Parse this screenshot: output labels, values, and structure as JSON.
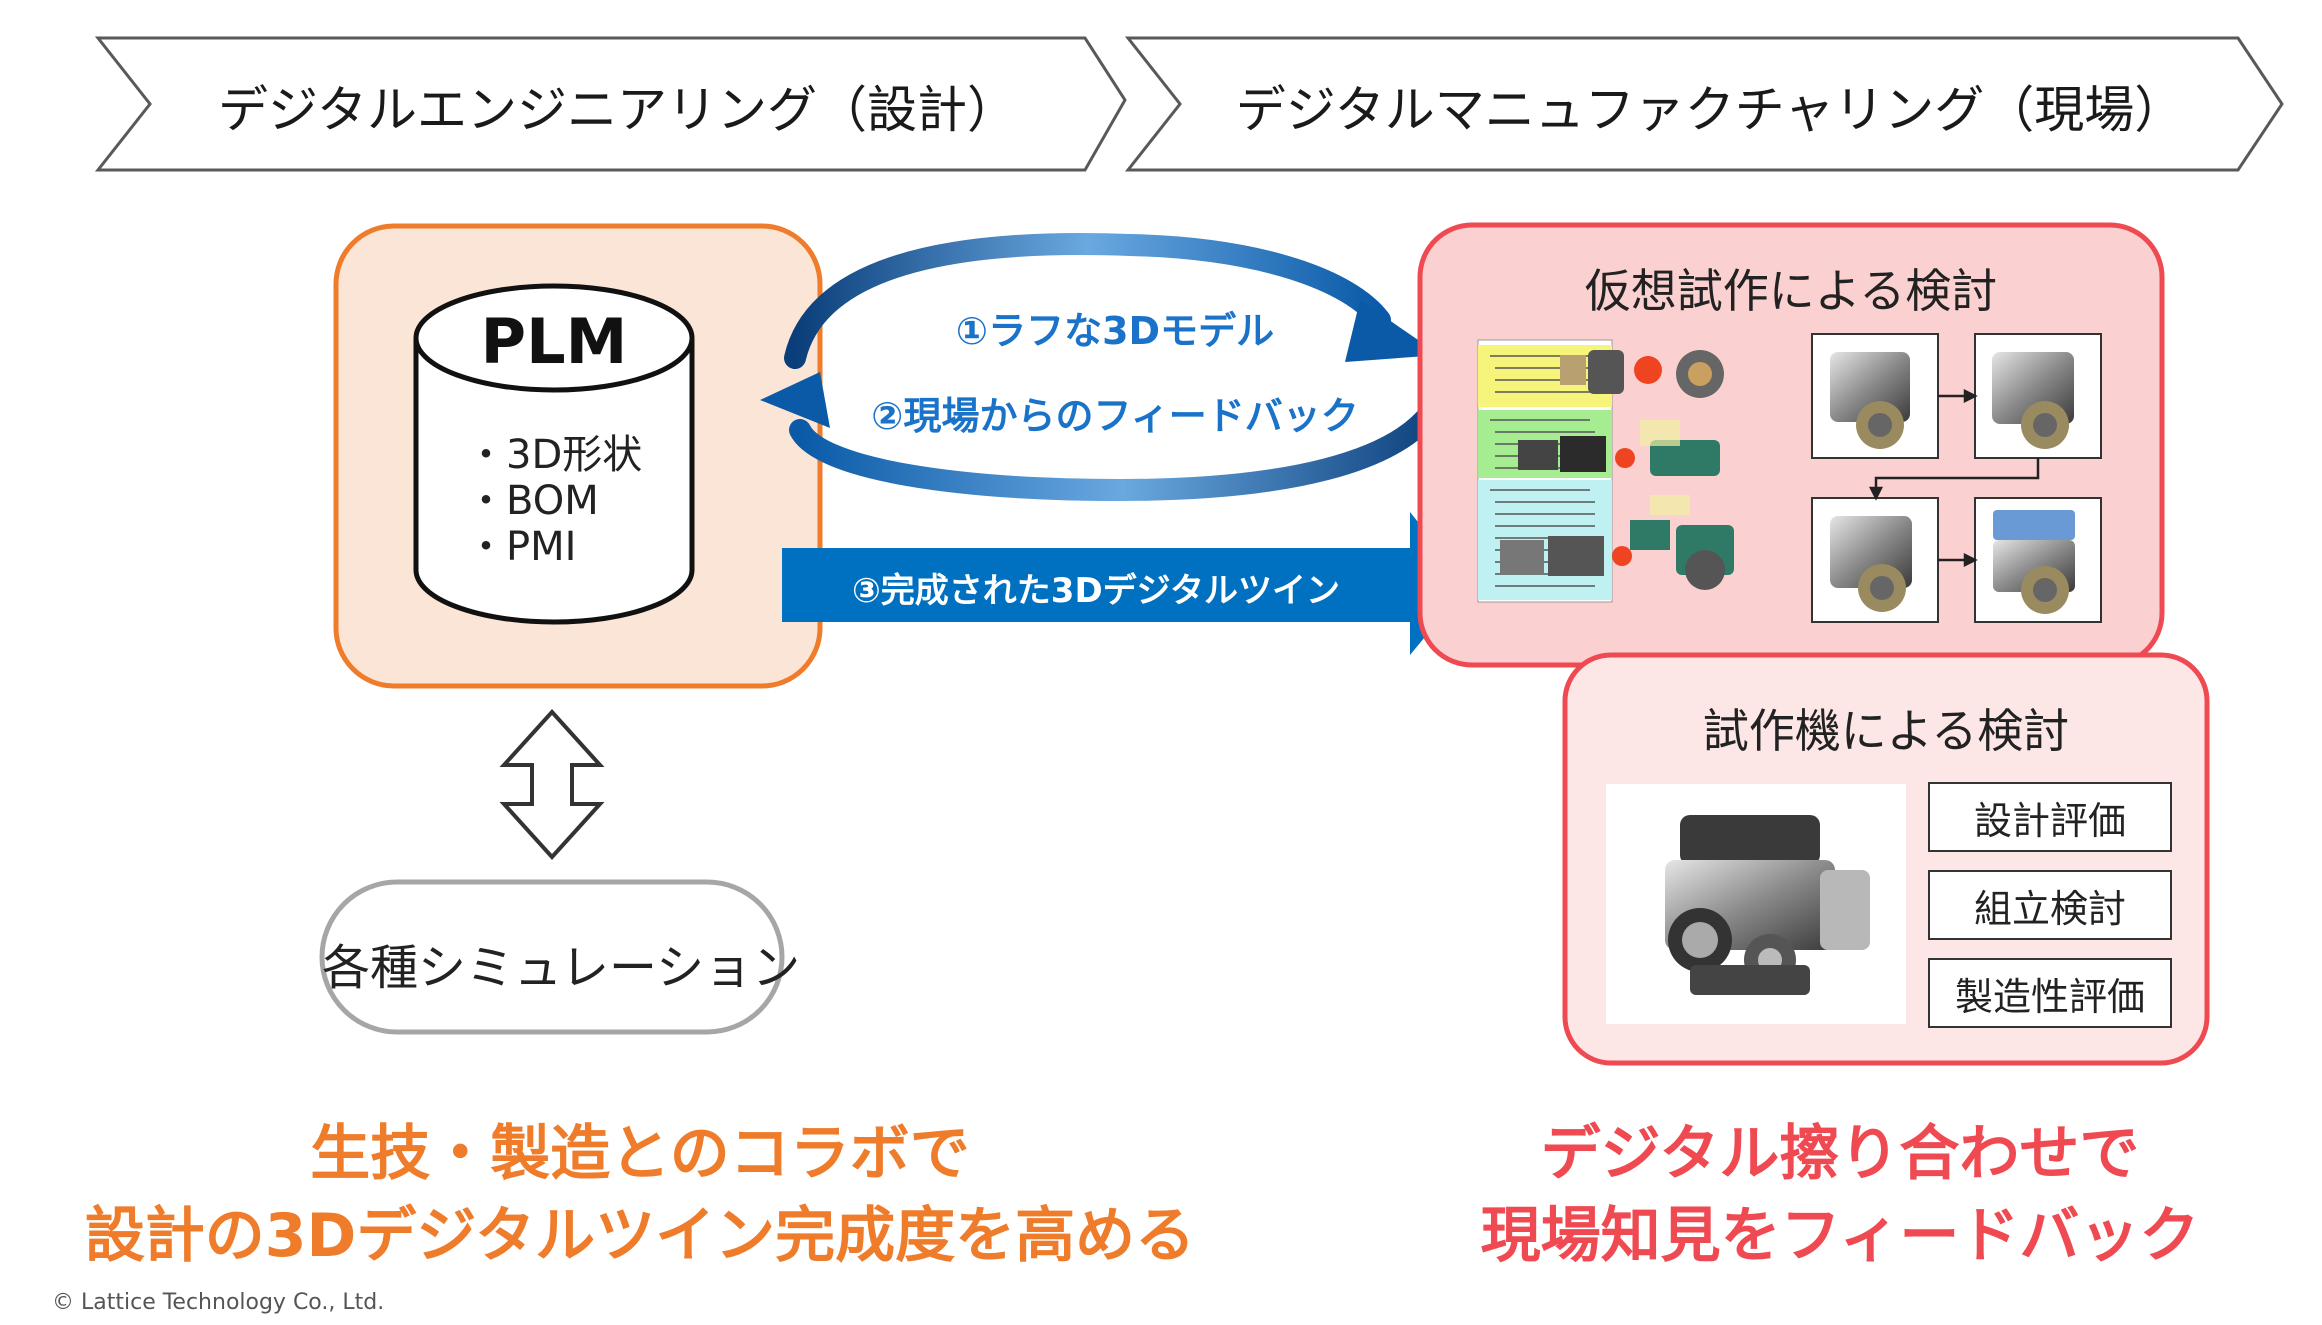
{
  "phases": {
    "left": "デジタルエンジニアリング（設計）",
    "right": "デジタルマニュファクチャリング（現場）"
  },
  "plm": {
    "title": "PLM",
    "items": [
      "・3D形状",
      "・BOM",
      "・PMI"
    ]
  },
  "flows": {
    "rough_model": "①ラフな3Dモデル",
    "feedback": "②現場からのフィードバック",
    "digital_twin": "③完成された3Dデジタルツイン"
  },
  "virtual_box": {
    "title": "仮想試作による検討"
  },
  "prototype_box": {
    "title": "試作機による検討",
    "evaluations": [
      "設計評価",
      "組立検討",
      "製造性評価"
    ]
  },
  "simulation": {
    "label": "各種シミュレーション"
  },
  "messages": {
    "left_line1": "生技・製造とのコラボで",
    "left_line2": "設計の3Dデジタルツイン完成度を高める",
    "right_line1": "デジタル擦り合わせで",
    "right_line2": "現場知見をフィードバック"
  },
  "copyright": "© Lattice Technology Co., Ltd.",
  "colors": {
    "orange": "#ee7c2b",
    "red": "#ef4a52",
    "blue": "#0070c0",
    "pink_fill": "#fbd0d0",
    "peach_fill": "#fbe5d6"
  }
}
